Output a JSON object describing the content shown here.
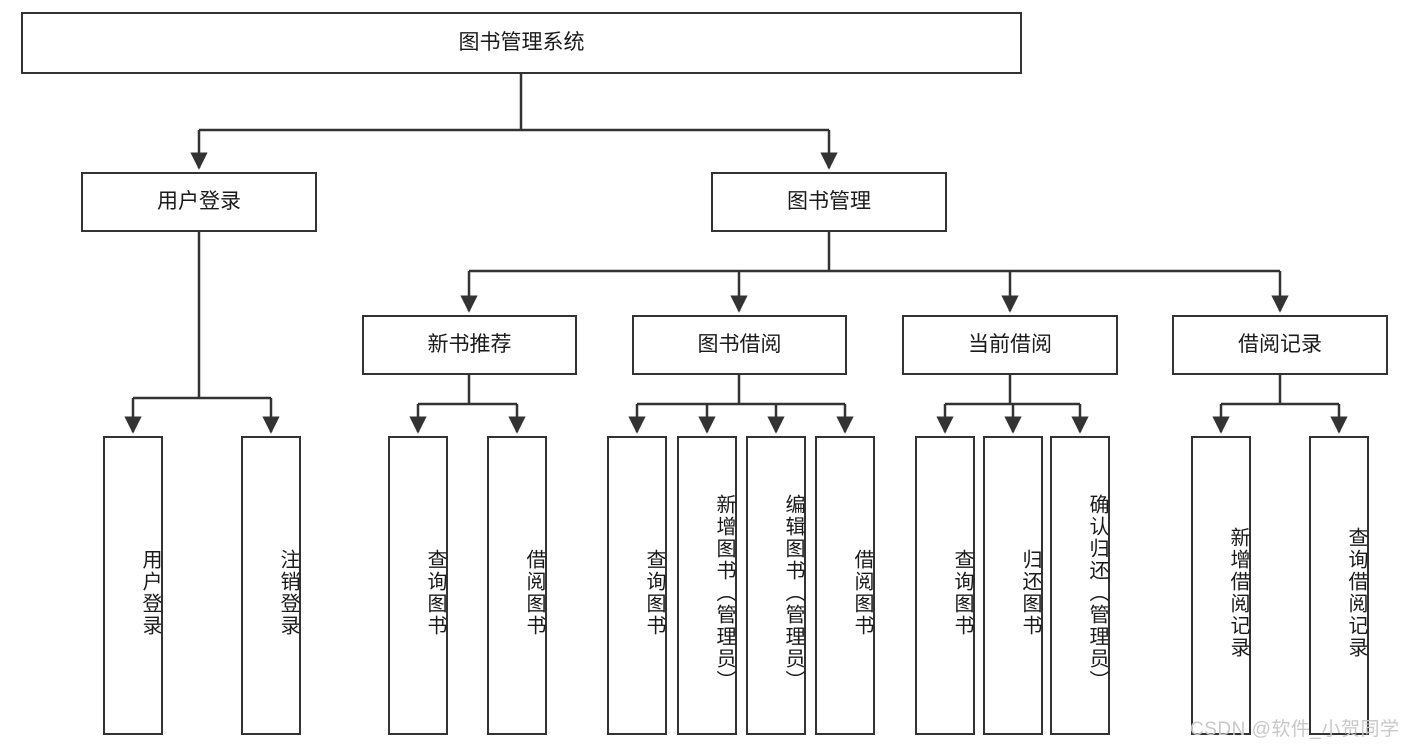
{
  "diagram": {
    "title": "图书管理系统",
    "root": {
      "label": "图书管理系统"
    },
    "level2": [
      {
        "label": "用户登录"
      },
      {
        "label": "图书管理"
      }
    ],
    "level3": [
      {
        "label": "新书推荐"
      },
      {
        "label": "图书借阅"
      },
      {
        "label": "当前借阅"
      },
      {
        "label": "借阅记录"
      }
    ],
    "leaves_user_login": [
      {
        "label": "用户登录"
      },
      {
        "label": "注销登录"
      }
    ],
    "leaves_new_books": [
      {
        "label": "查询图书"
      },
      {
        "label": "借阅图书"
      }
    ],
    "leaves_borrow": [
      {
        "label": "查询图书"
      },
      {
        "label": "新增图书（管理员）"
      },
      {
        "label": "编辑图书（管理员）"
      },
      {
        "label": "借阅图书"
      }
    ],
    "leaves_current": [
      {
        "label": "查询图书"
      },
      {
        "label": "归还图书"
      },
      {
        "label": "确认归还（管理员）"
      }
    ],
    "leaves_records": [
      {
        "label": "新增借阅记录"
      },
      {
        "label": "查询借阅记录"
      }
    ]
  },
  "watermark": {
    "text": "CSDN @软件_小贺同学"
  },
  "colors": {
    "stroke": "#333333",
    "background": "#ffffff",
    "text": "#1a1a1a",
    "watermark": "#c8c8c8"
  }
}
